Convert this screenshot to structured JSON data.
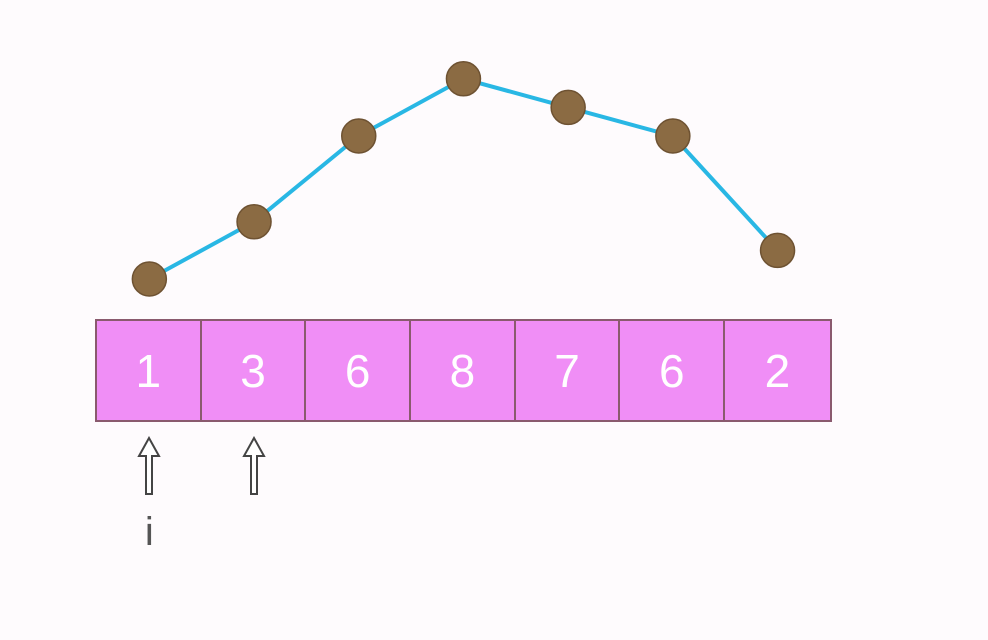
{
  "colors": {
    "cell_fill": "#f08ef6",
    "cell_border": "#8a5a6e",
    "cell_text": "#ffffff",
    "line": "#29b7e4",
    "node": "#8b6b43",
    "node_stroke": "#6e5232",
    "pointer": "#444444",
    "background": "#fefbfd"
  },
  "array": {
    "values": [
      "1",
      "3",
      "6",
      "8",
      "7",
      "6",
      "2"
    ]
  },
  "pointers": [
    {
      "index": 0,
      "label": "i"
    },
    {
      "index": 1,
      "label": ""
    }
  ],
  "icons": {
    "pointer": "up-arrow-icon",
    "node": "circle-node"
  }
}
